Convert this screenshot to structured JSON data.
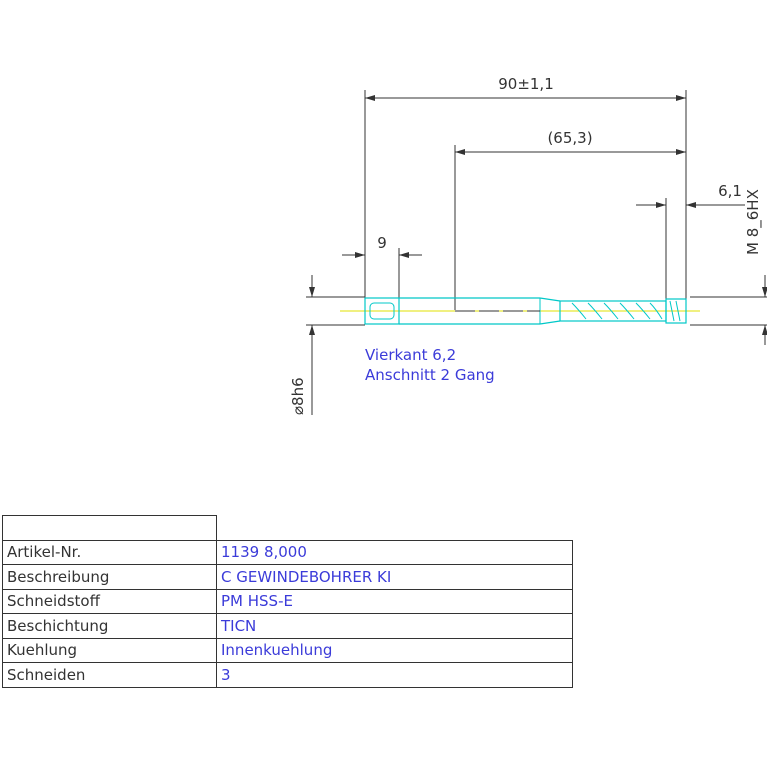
{
  "dimensions": {
    "overall_length": "90±1,1",
    "flute_length": "(65,3)",
    "square_length": "9",
    "chamfer_length": "6,1",
    "thread": "M 8_6HX",
    "shank_diameter": "⌀8h6"
  },
  "notes": {
    "square": "Vierkant 6,2",
    "chamfer": "Anschnitt 2 Gang"
  },
  "spec_table": {
    "rows": [
      {
        "key": "Artikel-Nr.",
        "value": "1139 8,000"
      },
      {
        "key": "Beschreibung",
        "value": "C GEWINDEBOHRER KI"
      },
      {
        "key": "Schneidstoff",
        "value": "PM HSS-E"
      },
      {
        "key": "Beschichtung",
        "value": "TICN"
      },
      {
        "key": "Kuehlung",
        "value": "Innenkuehlung"
      },
      {
        "key": "Schneiden",
        "value": "3"
      }
    ]
  },
  "colors": {
    "dimension_line": "#333333",
    "tool_outline": "#00c8c8",
    "center_line": "#e0e000",
    "annotation": "#3b3bd9"
  }
}
